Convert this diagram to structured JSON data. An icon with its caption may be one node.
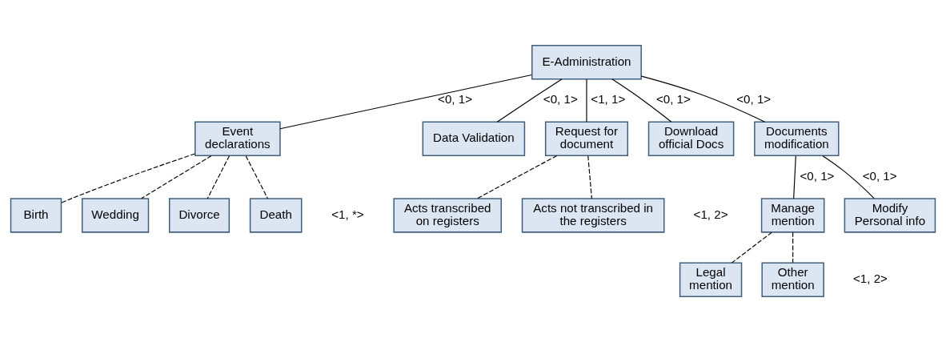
{
  "diagram": {
    "nodes": [
      {
        "text": [
          "E-Administration"
        ]
      },
      {
        "text": [
          "Event declarations"
        ]
      },
      {
        "text": [
          "Data Validation"
        ]
      },
      {
        "text": [
          "Request for document"
        ]
      },
      {
        "text": [
          "Download official Docs"
        ]
      },
      {
        "text": [
          "Documents modification"
        ]
      },
      {
        "text": [
          "Birth"
        ]
      },
      {
        "text": [
          "Wedding"
        ]
      },
      {
        "text": [
          "Divorce"
        ]
      },
      {
        "text": [
          "Death"
        ]
      },
      {
        "text": [
          "Acts transcribed on registers"
        ]
      },
      {
        "text": [
          "Acts not transcribed in the registers"
        ]
      },
      {
        "text": [
          "Manage mention"
        ]
      },
      {
        "text": [
          "Modify Personal info"
        ]
      },
      {
        "text": [
          "Legal mention"
        ]
      },
      {
        "text": [
          "Other mention"
        ]
      }
    ],
    "edges": [
      {
        "from": 0,
        "to": 1,
        "arrow": "none",
        "label": "<0, 1>"
      },
      {
        "from": 0,
        "to": 2,
        "arrow": "none",
        "label": "<0, 1>"
      },
      {
        "from": 0,
        "to": 3,
        "arrow": "none",
        "label": "<1, 1>"
      },
      {
        "from": 0,
        "to": 4,
        "arrow": "none",
        "label": "<0, 1>"
      },
      {
        "from": 0,
        "to": 5,
        "arrow": "none",
        "label": "<0, 1>"
      },
      {
        "from": 1,
        "to": 6,
        "arrow": "none",
        "style": "dashed"
      },
      {
        "from": 1,
        "to": 7,
        "arrow": "none",
        "style": "dashed"
      },
      {
        "from": 1,
        "to": 8,
        "arrow": "none",
        "style": "dashed"
      },
      {
        "from": 1,
        "to": 9,
        "arrow": "none",
        "style": "dashed"
      },
      {
        "from": 3,
        "to": 10,
        "arrow": "none",
        "style": "dashed"
      },
      {
        "from": 3,
        "to": 11,
        "arrow": "none",
        "style": "dashed"
      },
      {
        "from": 5,
        "to": 12,
        "arrow": "none",
        "label": "<0, 1>"
      },
      {
        "from": 5,
        "to": 13,
        "arrow": "none",
        "label": "<0, 1>"
      },
      {
        "from": 12,
        "to": 14,
        "arrow": "none",
        "style": "dashed"
      },
      {
        "from": 12,
        "to": 15,
        "arrow": "none",
        "style": "dashed"
      }
    ],
    "labels": [
      "<1, *>",
      "<1, 2>",
      "<1, 2>"
    ]
  }
}
